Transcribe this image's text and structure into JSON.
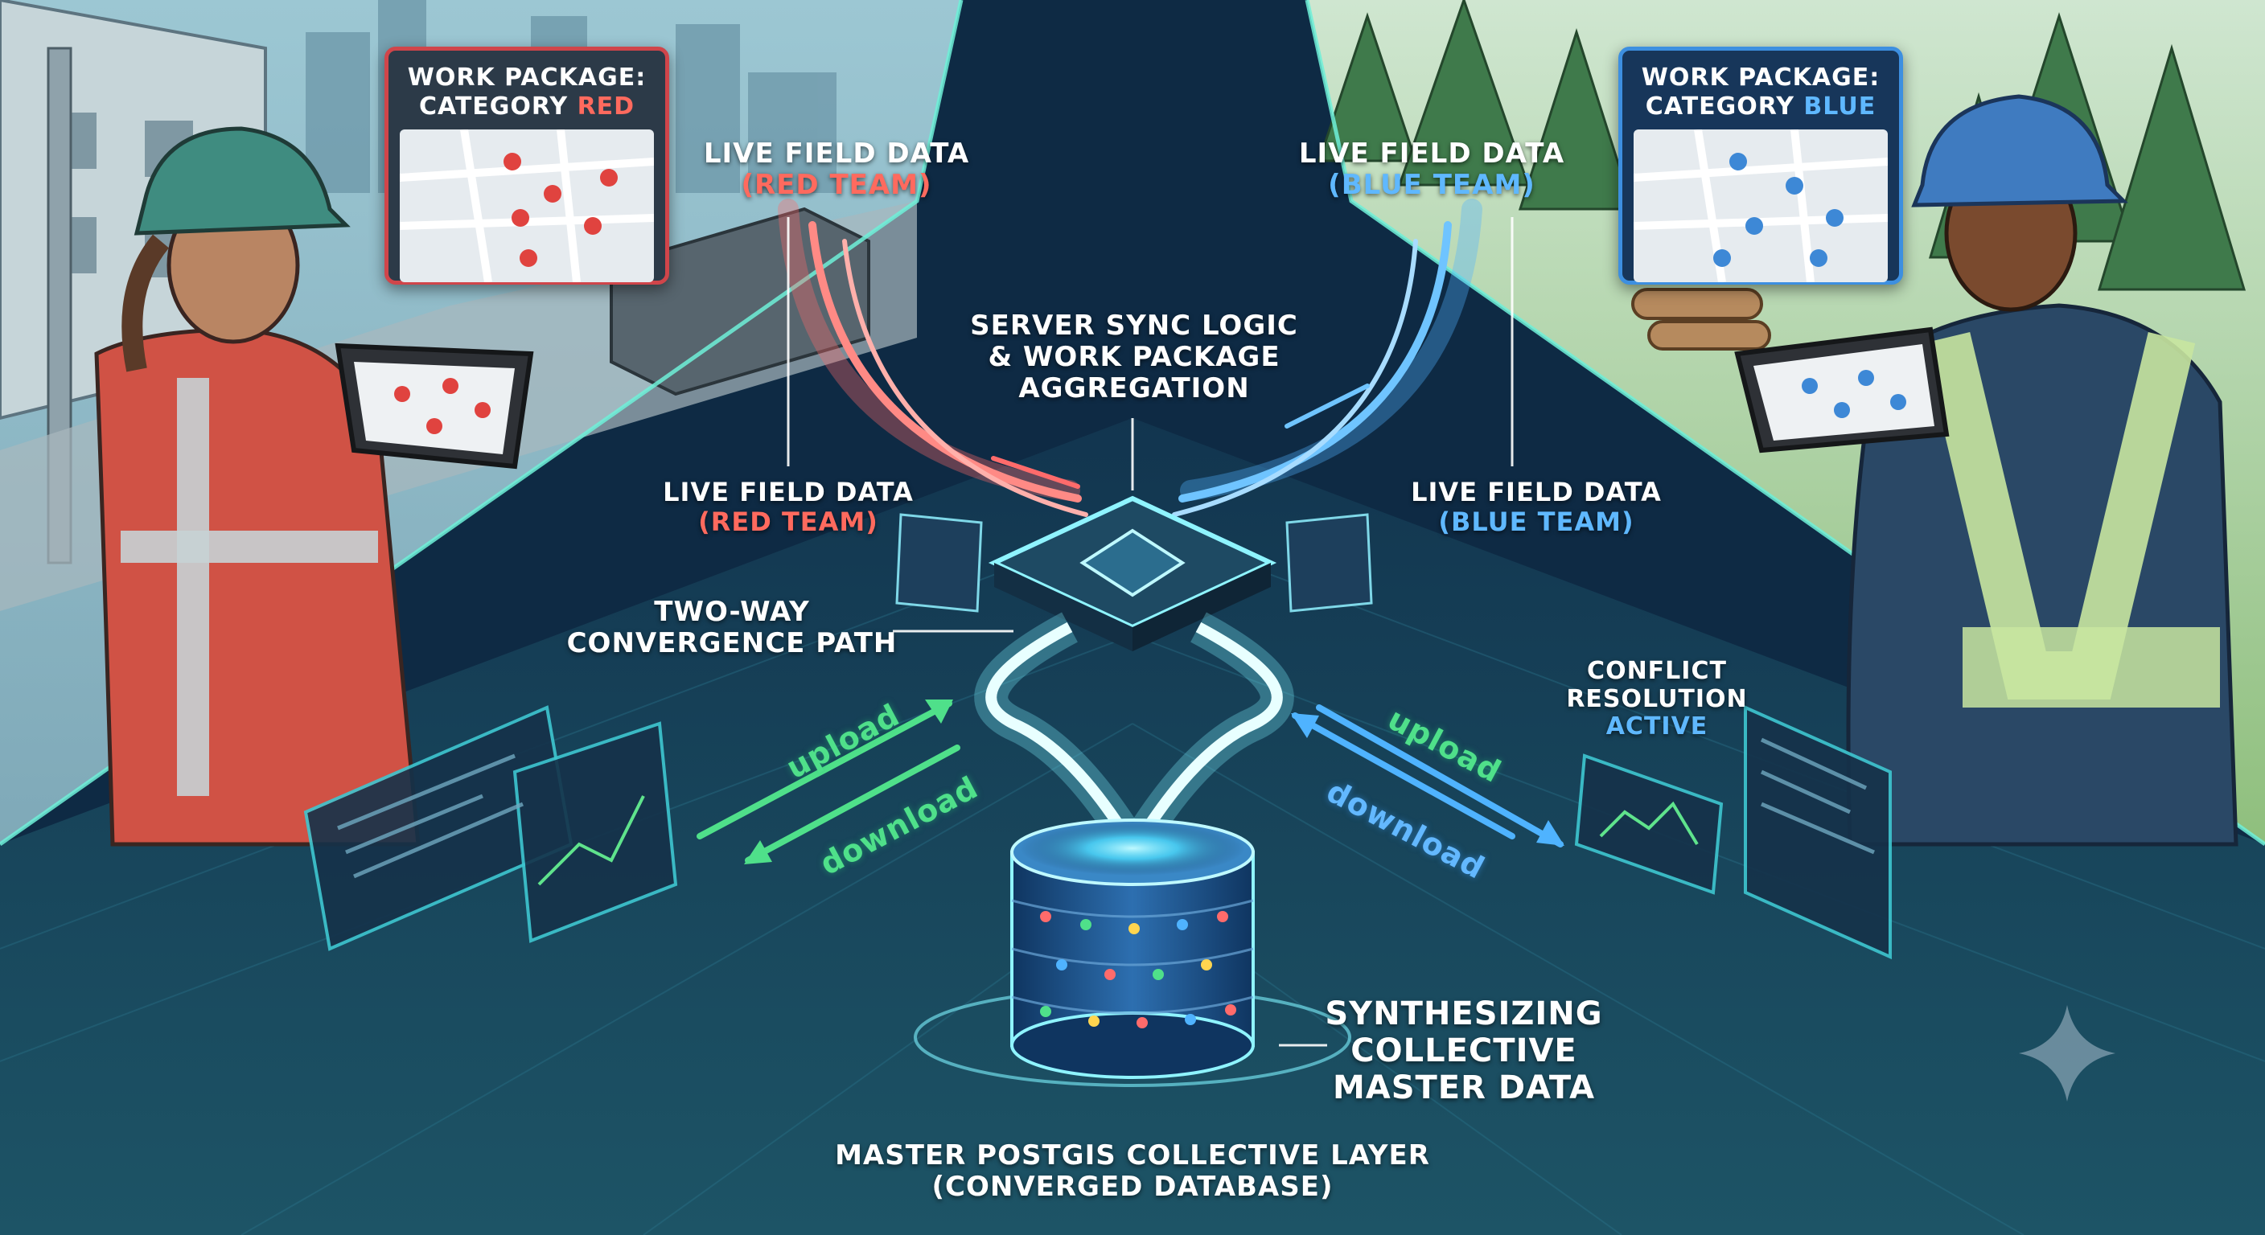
{
  "cards": {
    "red": {
      "line1": "WORK PACKAGE:",
      "prefix": "CATEGORY ",
      "accent": "RED"
    },
    "blue": {
      "line1": "WORK PACKAGE:",
      "prefix": "CATEGORY ",
      "accent": "BLUE"
    }
  },
  "labels": {
    "live_red_top": {
      "line1": "LIVE FIELD DATA",
      "line2": "(RED TEAM)"
    },
    "live_blue_top": {
      "line1": "LIVE FIELD DATA",
      "line2": "(BLUE TEAM)"
    },
    "live_red_mid": {
      "line1": "LIVE FIELD DATA",
      "line2": "(RED TEAM)"
    },
    "live_blue_mid": {
      "line1": "LIVE FIELD DATA",
      "line2": "(BLUE TEAM)"
    },
    "server": {
      "line1": "SERVER SYNC LOGIC",
      "line2": "& WORK PACKAGE",
      "line3": "AGGREGATION"
    },
    "twoway": {
      "line1": "TWO-WAY",
      "line2": "CONVERGENCE PATH"
    },
    "conflict": {
      "line1": "CONFLICT",
      "line2": "RESOLUTION",
      "line3": "ACTIVE"
    },
    "synth": {
      "line1": "SYNTHESIZING",
      "line2": "COLLECTIVE",
      "line3": "MASTER DATA"
    },
    "master": {
      "line1": "MASTER POSTGIS COLLECTIVE LAYER",
      "line2": "(CONVERGED DATABASE)"
    }
  },
  "flows": {
    "upload_left": "upload",
    "download_left": "download",
    "upload_right": "upload",
    "download_right": "download"
  },
  "colors": {
    "red_team": "#ff6a5e",
    "blue_team": "#5fb8ff",
    "upload_green": "#4fe08a",
    "glow_cyan": "#7ff3ff",
    "background": "#0b2238"
  }
}
